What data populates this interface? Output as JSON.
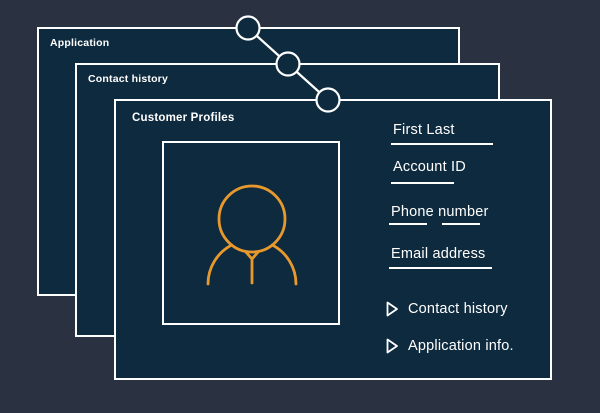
{
  "colors": {
    "background": "#2A3140",
    "card_fill": "#0E2A3E",
    "stroke_white": "#FFFFFF",
    "accent_orange": "#E8992D"
  },
  "cards": [
    {
      "label": "Application"
    },
    {
      "label": "Contact history"
    },
    {
      "label": "Customer Profiles"
    }
  ],
  "profile": {
    "fields": [
      {
        "label": "First Last"
      },
      {
        "label": "Account ID"
      },
      {
        "label": "Phone number"
      },
      {
        "label": "Email address"
      }
    ],
    "links": [
      {
        "label": "Contact history"
      },
      {
        "label": "Application info."
      }
    ]
  },
  "icons": {
    "avatar": "user-icon",
    "link_marker": "triangle-right-icon",
    "stack_nodes": "connector-node-icons"
  }
}
